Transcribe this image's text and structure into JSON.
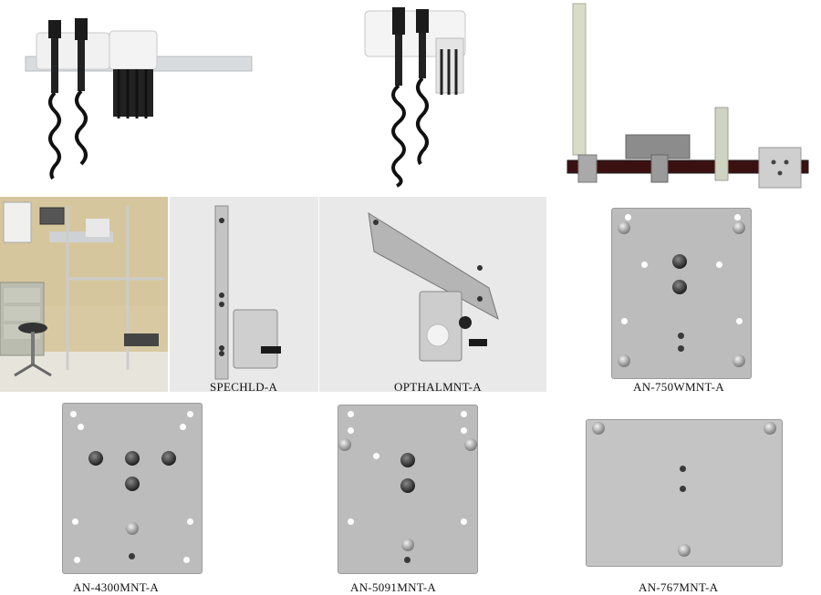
{
  "captions": {
    "specholder": "SPECHLD-A",
    "opthal": "OPTHALMNT-A",
    "an750": "AN-750WMNT-A",
    "an4300": "AN-4300MNT-A",
    "an5091": "AN-5091MNT-A",
    "an767": "AN-767MNT-A"
  },
  "colors": {
    "plate": "#bcbcbc",
    "plate_edge": "#9a9a9a",
    "rail": "#d9dcdf",
    "panel_bg": "#e9e9e9",
    "room_wall": "#d8c9a2"
  }
}
